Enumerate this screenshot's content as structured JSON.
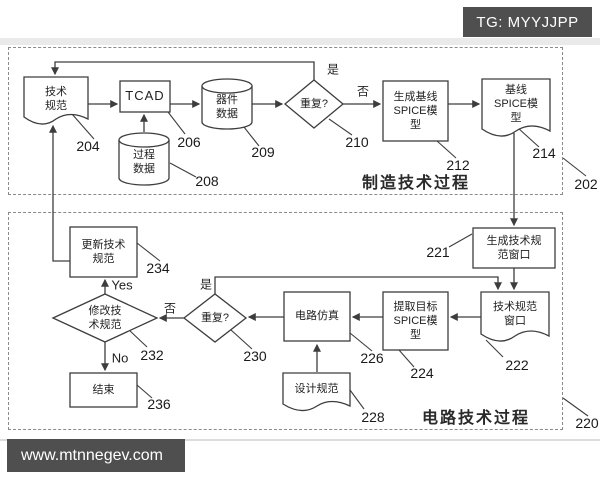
{
  "watermarks": {
    "top": "TG: MYYJJPP",
    "bottom": "www.mtnnegev.com"
  },
  "colors": {
    "watermark_bg": "#4f4f4f",
    "line": "#3d3d3d",
    "dashed_border": "#8a8a8a"
  },
  "regions": {
    "manufacturing": {
      "title": "制造技术过程",
      "ref": "202"
    },
    "circuit": {
      "title": "电路技术过程",
      "ref": "220"
    }
  },
  "nodes": {
    "tech_spec": {
      "label": "技术\n规范",
      "ref": "204",
      "shape": "document"
    },
    "tcad": {
      "label": "TCAD",
      "ref": "206",
      "shape": "rect"
    },
    "process_data": {
      "label": "过程\n数据",
      "ref": "208",
      "shape": "cylinder"
    },
    "device_data": {
      "label": "器件\n数据",
      "ref": "209",
      "shape": "cylinder"
    },
    "repeat_mfg": {
      "label": "重复?",
      "ref": "210",
      "shape": "diamond"
    },
    "gen_baseline": {
      "label": "生成基线\nSPICE模\n型",
      "ref": "212",
      "shape": "rect"
    },
    "baseline_model": {
      "label": "基线\nSPICE模\n型",
      "ref": "214",
      "shape": "document"
    },
    "gen_window": {
      "label": "生成技术规\n范窗口",
      "ref": "221",
      "shape": "rect"
    },
    "spec_window": {
      "label": "技术规范\n窗口",
      "ref": "222",
      "shape": "document"
    },
    "extract_model": {
      "label": "提取目标\nSPICE模\n型",
      "ref": "224",
      "shape": "rect"
    },
    "circuit_sim": {
      "label": "电路仿真",
      "ref": "226",
      "shape": "rect"
    },
    "design_spec": {
      "label": "设计规范",
      "ref": "228",
      "shape": "document"
    },
    "repeat_ckt": {
      "label": "重复?",
      "ref": "230",
      "shape": "diamond"
    },
    "modify_spec": {
      "label": "修改技\n术规范",
      "ref": "232",
      "shape": "diamond"
    },
    "update_spec": {
      "label": "更新技术\n规范",
      "ref": "234",
      "shape": "rect"
    },
    "end": {
      "label": "结束",
      "ref": "236",
      "shape": "rect"
    }
  },
  "edge_labels": {
    "yes_mfg": "是",
    "no_mfg": "否",
    "yes_ckt": "是",
    "no_ckt": "否",
    "yes_en": "Yes",
    "no_en": "No"
  }
}
